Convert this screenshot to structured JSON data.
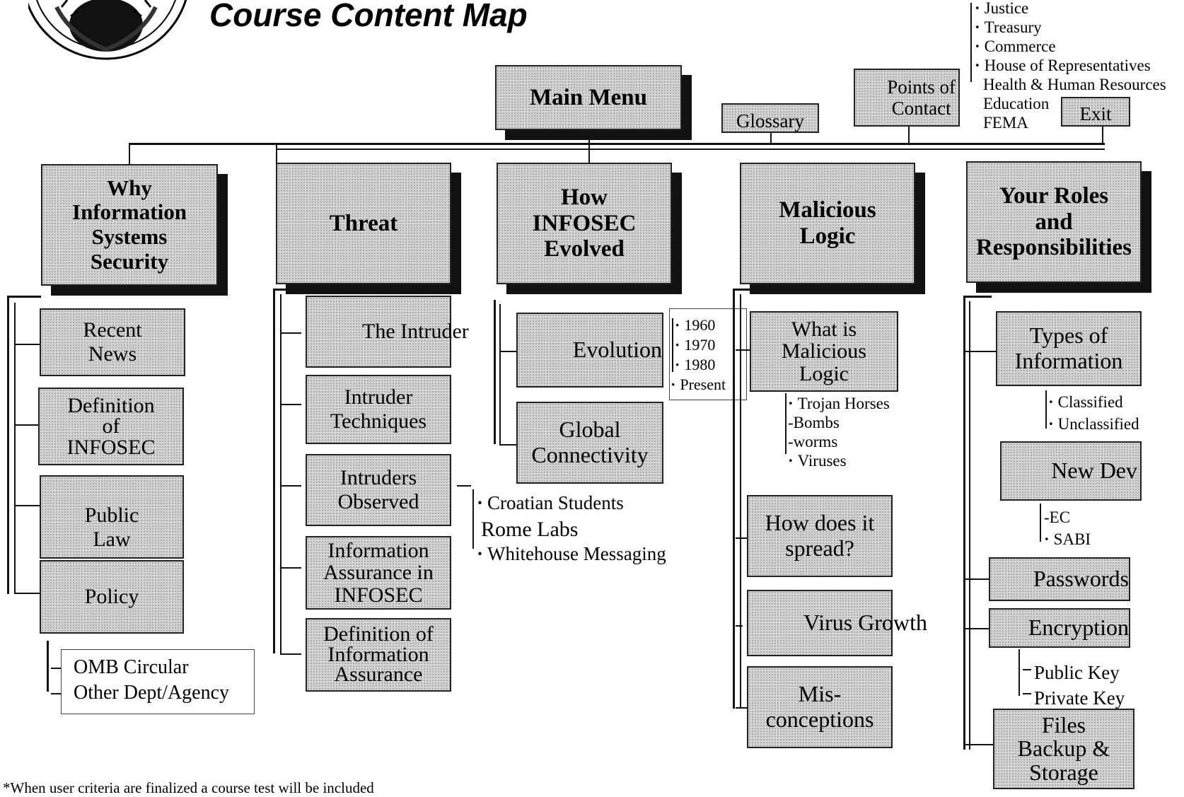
{
  "header": {
    "title": "Course Content Map"
  },
  "top": {
    "main_menu": "Main Menu",
    "glossary": "Glossary",
    "points_of_contact": "Points of\nContact",
    "exit": "Exit",
    "agencies": [
      "Justice",
      "Treasury",
      "Commerce",
      "House of Representatives",
      "Health & Human Resources",
      "Education",
      "FEMA"
    ]
  },
  "col1": {
    "head": "Why\nInformation\nSystems\nSecurity",
    "items": [
      "Recent\nNews",
      "Definition\nof\nINFOSEC",
      "Public\nLaw",
      "Policy"
    ],
    "policy_subs": [
      "OMB Circular",
      "Other Dept/Agency"
    ]
  },
  "col2": {
    "head": "Threat",
    "items": [
      "The Intruder",
      "Intruder\nTechniques",
      "Intruders\nObserved",
      "Information\nAssurance in\nINFOSEC",
      "Definition of\nInformation\nAssurance"
    ],
    "observed_subs": [
      "Croatian  Students",
      "Rome Labs",
      "Whitehouse  Messaging"
    ]
  },
  "col3": {
    "head": "How\nINFOSEC\nEvolved",
    "items": [
      "Evolution",
      "Global\nConnectivity"
    ],
    "evolution_subs": [
      "1960",
      "1970",
      "1980",
      "Present"
    ]
  },
  "col4": {
    "head": "Malicious\nLogic",
    "items": [
      "What is\nMalicious\nLogic",
      "How does it\nspread?",
      "Virus Growth",
      "Mis-\nconceptions"
    ],
    "logic_subs": [
      "Trojan Horses",
      "-Bombs",
      "-worms",
      "Viruses"
    ]
  },
  "col5": {
    "head": "Your Roles\nand\nResponsibilities",
    "items": [
      "Types of\nInformation",
      "New Dev",
      "Passwords",
      "Encryption",
      "Files\nBackup &\nStorage"
    ],
    "types_subs": [
      "Classified",
      "Unclassified"
    ],
    "newdev_subs": [
      "-EC",
      "SABI"
    ],
    "encryption_subs": [
      "Public Key",
      "Private Key"
    ]
  },
  "footnote": "*When user criteria are finalized a course test will be included"
}
